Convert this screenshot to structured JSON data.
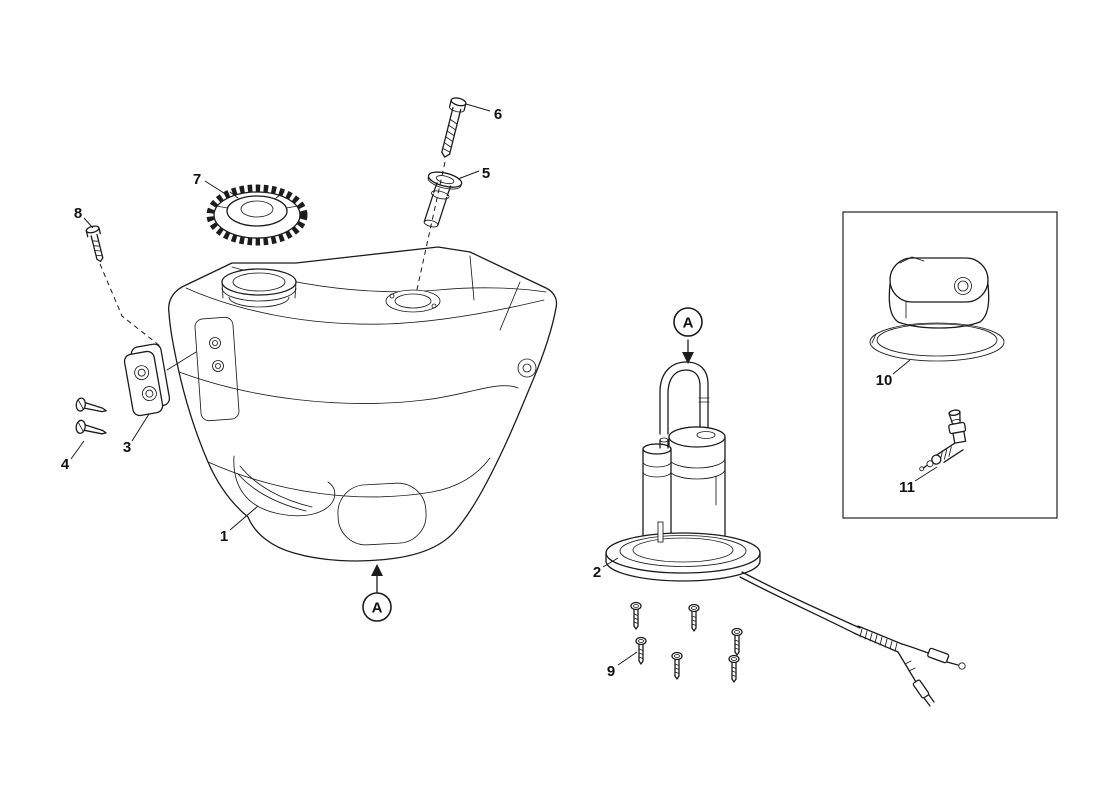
{
  "diagram": {
    "type": "exploded-parts-diagram",
    "background": "#ffffff",
    "line_color": "#1c1c1c",
    "callouts": [
      {
        "name": "tank",
        "label": "1"
      },
      {
        "name": "pump-assembly",
        "label": "2"
      },
      {
        "name": "bracket",
        "label": "3"
      },
      {
        "name": "bracket-screws",
        "label": "4"
      },
      {
        "name": "spacer-tube",
        "label": "5"
      },
      {
        "name": "long-bolt",
        "label": "6"
      },
      {
        "name": "filler-cap",
        "label": "7"
      },
      {
        "name": "small-bolt",
        "label": "8"
      },
      {
        "name": "flange-screws",
        "label": "9"
      },
      {
        "name": "pump-cover",
        "label": "10"
      },
      {
        "name": "elbow-fitting",
        "label": "11"
      }
    ],
    "view_markers": [
      {
        "label": "A",
        "location": "below-tank",
        "arrow_direction": "up"
      },
      {
        "label": "A",
        "location": "above-pump",
        "arrow_direction": "down"
      }
    ]
  }
}
